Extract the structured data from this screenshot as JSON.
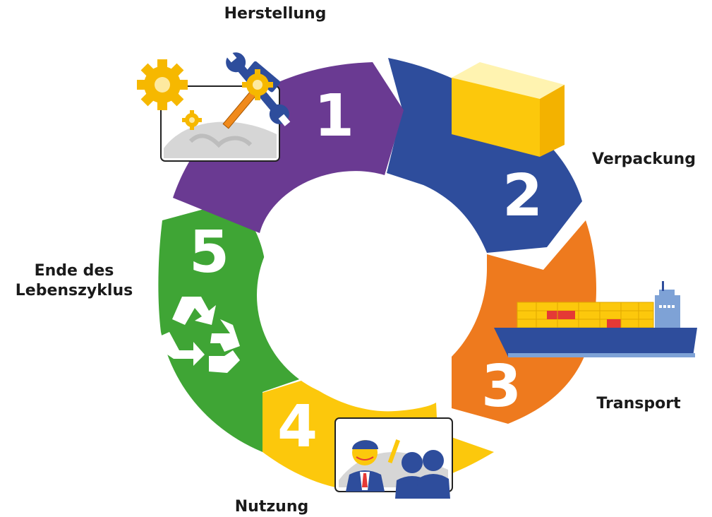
{
  "diagram": {
    "stages": [
      {
        "number": "1",
        "label": "Herstellung",
        "color": "#6a3a92",
        "icon": "manufacturing-icon"
      },
      {
        "number": "2",
        "label": "Verpackung",
        "color": "#2e4d9c",
        "icon": "package-box-icon"
      },
      {
        "number": "3",
        "label": "Transport",
        "color": "#ee7a1e",
        "icon": "container-ship-icon"
      },
      {
        "number": "4",
        "label": "Nutzung",
        "color": "#fcc80c",
        "icon": "users-presentation-icon"
      },
      {
        "number": "5",
        "label": "Ende des Lebenszyklus",
        "color": "#3fa535",
        "icon": "recycle-icon"
      }
    ]
  }
}
